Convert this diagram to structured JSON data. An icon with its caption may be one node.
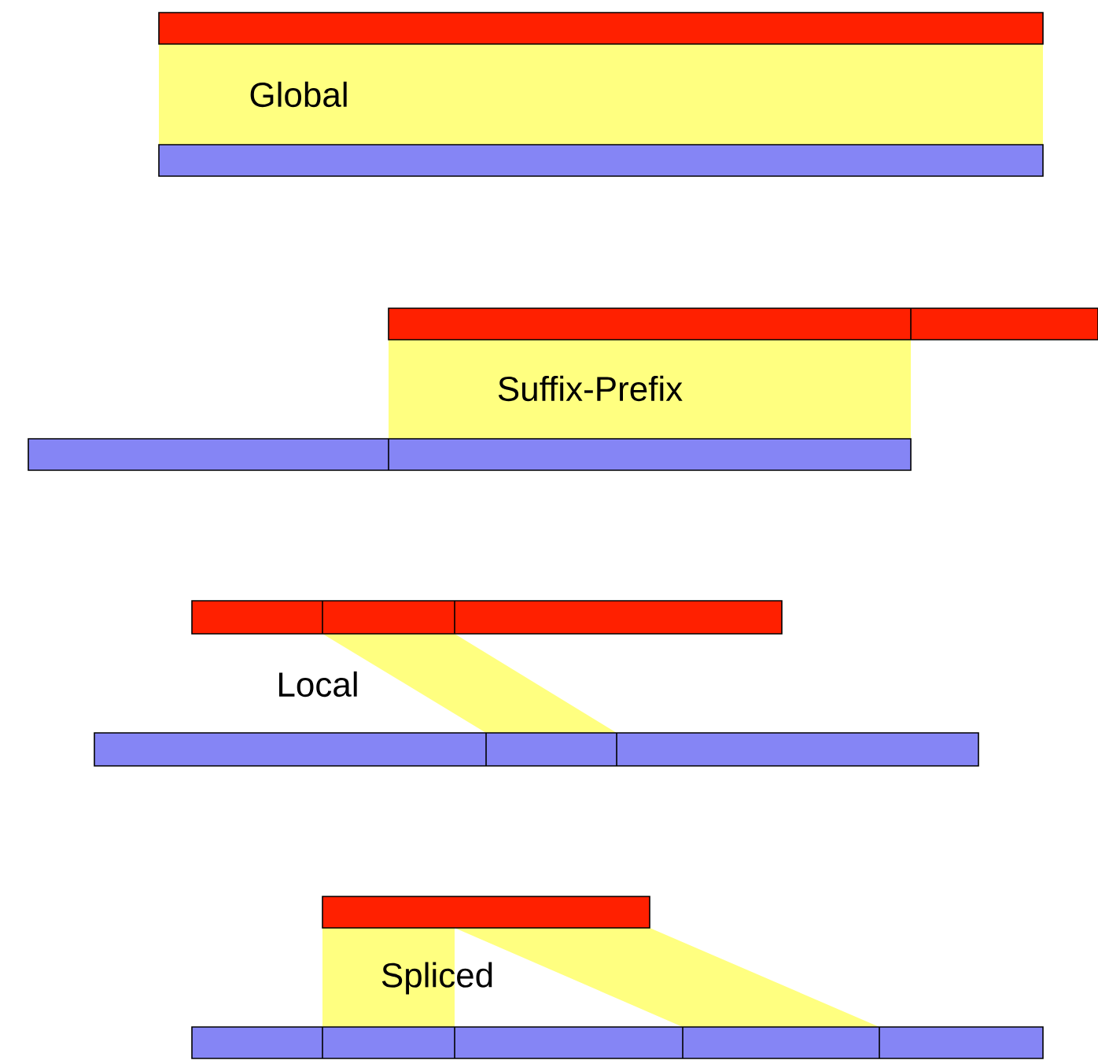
{
  "diagram": {
    "labels": [
      "Global",
      "Suffix-Prefix",
      "Local",
      "Spliced"
    ]
  }
}
